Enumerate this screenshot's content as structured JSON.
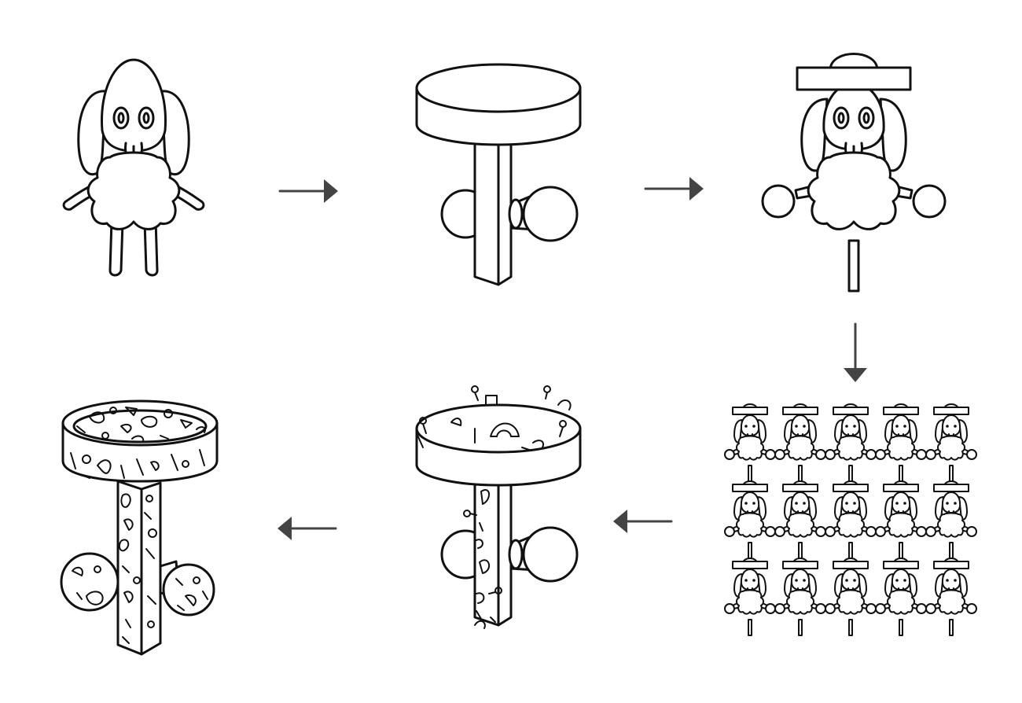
{
  "diagram": {
    "background_color": "#ffffff",
    "ink_color": "#111111",
    "arrow_color": "#444444",
    "steps": [
      {
        "icon": "poodle-figure-icon"
      },
      {
        "icon": "mushroom-stool-icon"
      },
      {
        "icon": "hybrid-figure-icon"
      },
      {
        "icon": "repeated-figures-grid-icon"
      },
      {
        "icon": "sprinkled-stool-icon"
      },
      {
        "icon": "terrazzo-stool-icon"
      }
    ],
    "arrows": [
      {
        "direction": "right"
      },
      {
        "direction": "right"
      },
      {
        "direction": "down"
      },
      {
        "direction": "left"
      },
      {
        "direction": "left"
      }
    ],
    "grid": {
      "rows": 3,
      "cols": 5
    }
  }
}
